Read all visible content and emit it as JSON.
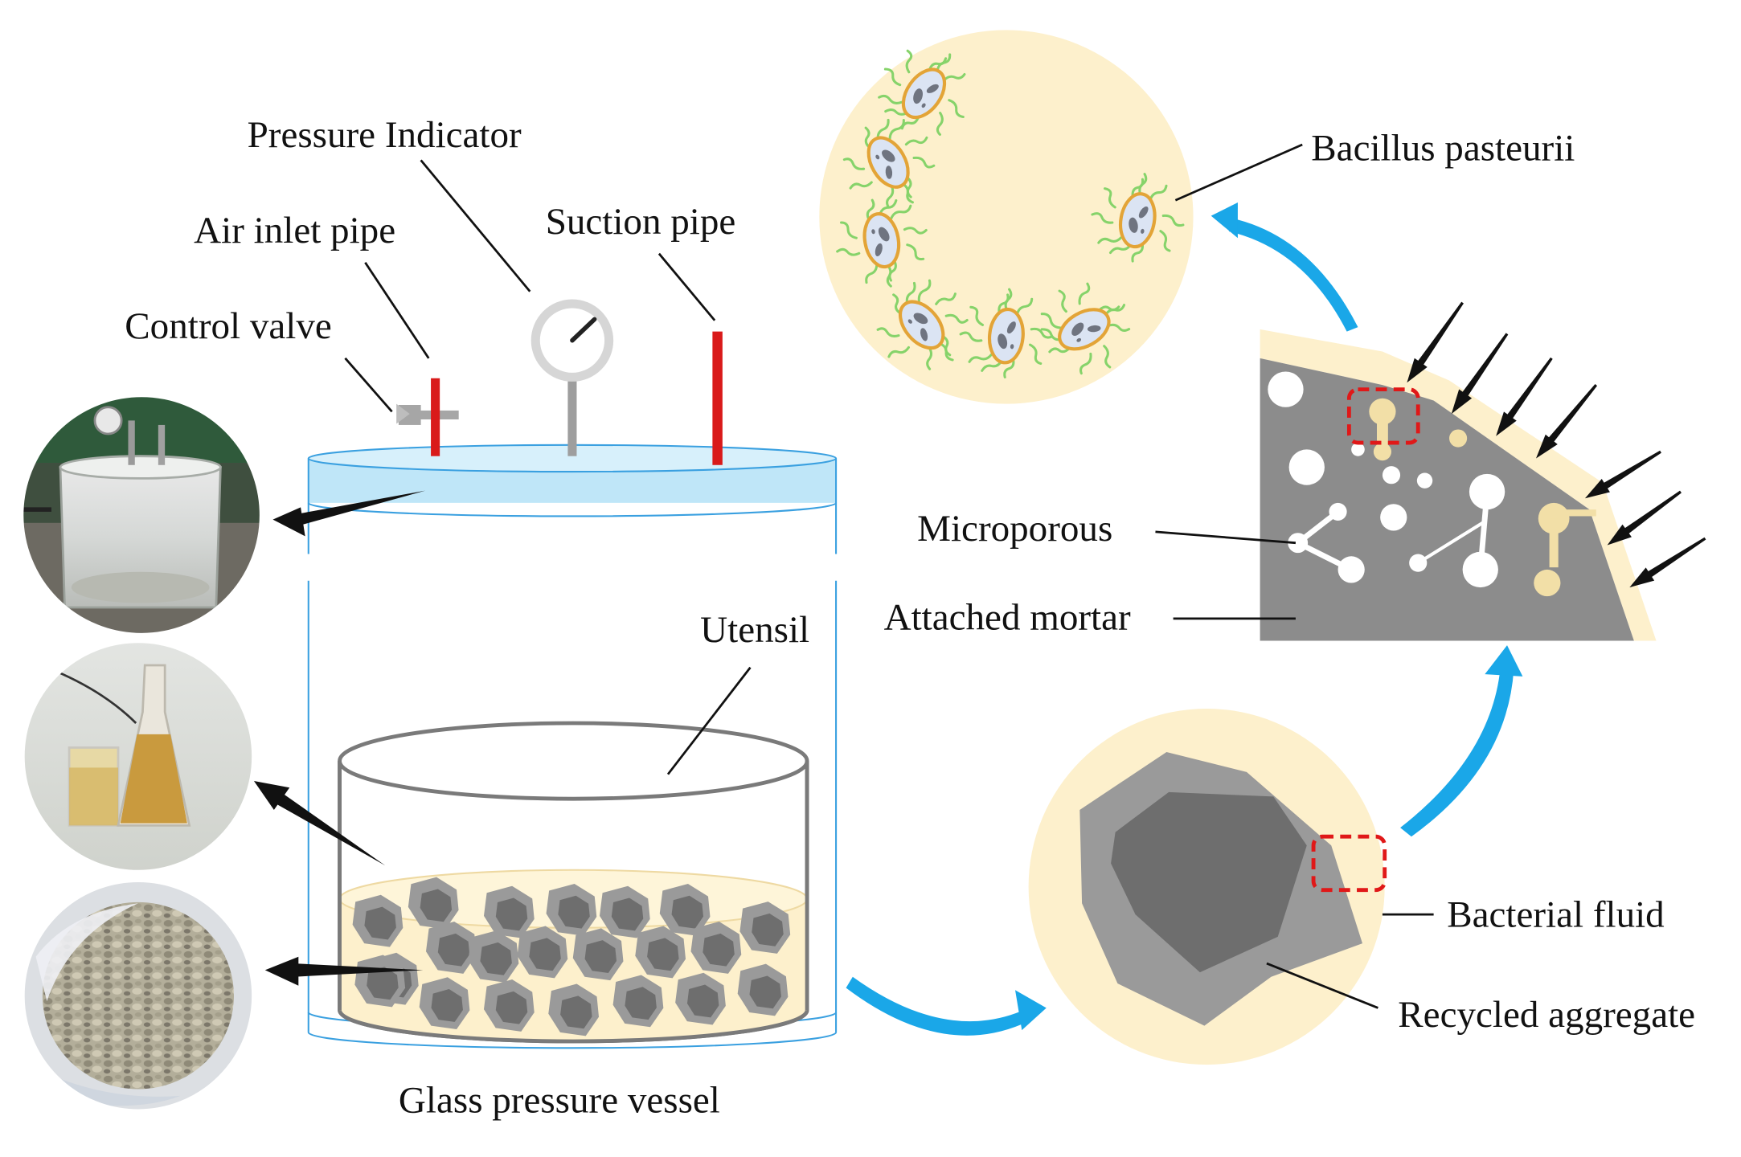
{
  "labels": {
    "pressure_indicator": "Pressure Indicator",
    "air_inlet_pipe": "Air inlet pipe",
    "suction_pipe": "Suction pipe",
    "control_valve": "Control valve",
    "utensil": "Utensil",
    "glass_pressure_vessel": "Glass pressure vessel",
    "bacillus_pasteurii": "Bacillus pasteurii",
    "microporous": "Microporous",
    "attached_mortar": "Attached mortar",
    "bacterial_fluid": "Bacterial fluid",
    "recycled_aggregate": "Recycled aggregate"
  },
  "colors": {
    "fluid_cream": "#fdf0cc",
    "mortar_gray": "#8c8c8c",
    "aggregate_dark": "#6e6e6e",
    "aggregate_light": "#9a9a9a",
    "flow_arrow_blue": "#1aa7e8",
    "vessel_lid_blue": "#bfe6f8",
    "vessel_outline_blue": "#3aa0e0",
    "pipe_red": "#d91a1a",
    "bacteria_green": "#86d36a",
    "dashed_box_red": "#e01818"
  },
  "icons": {
    "photo_vessel": "photo-of-glass-pressure-vessel",
    "photo_fluid": "photo-of-bacterial-fluid-beakers",
    "photo_aggregate": "photo-of-recycled-aggregate-bag",
    "gauge": "pressure-gauge-icon",
    "bacterium": "rod-bacterium-icon"
  }
}
